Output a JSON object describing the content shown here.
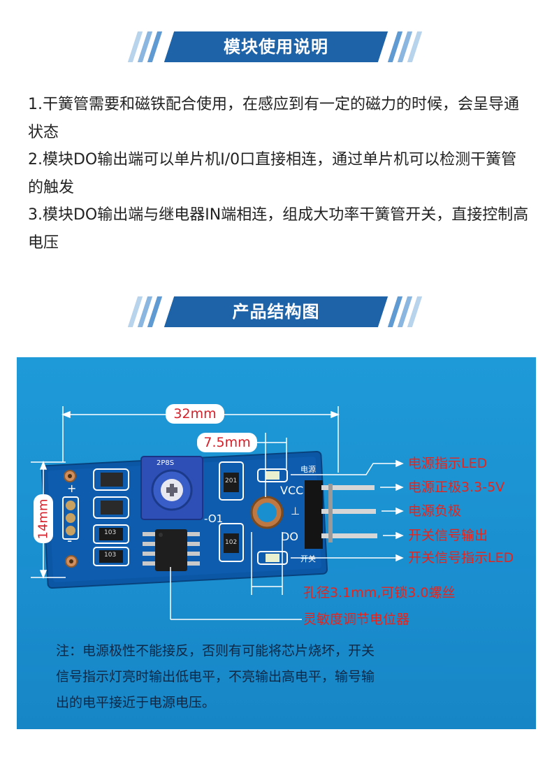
{
  "section1": {
    "title": "模块使用说明"
  },
  "instructions": [
    "1.干簧管需要和磁铁配合使用，在感应到有一定的磁力的时候，会呈导通状态",
    "2.模块DO输出端可以单片机I/0口直接相连，通过单片机可以检测干簧管的触发",
    "3.模块DO输出端与继电器IN端相连，组成大功率干簧管开关，直接控制高电压"
  ],
  "section2": {
    "title": "产品结构图"
  },
  "diagram": {
    "dim_width": "32mm",
    "dim_hole": "7.5mm",
    "dim_height": "14mm",
    "callouts": [
      "电源指示LED",
      "电源正极3.3-5V",
      "电源负极",
      "开关信号输出",
      "开关信号指示LED",
      "孔径3.1mm,可锁3.0螺丝",
      "灵敏度调节电位器"
    ],
    "silkscreen": {
      "vcc": "VCC",
      "gnd": "⊥",
      "do": "DO",
      "power": "电源",
      "switch": "开关",
      "o1": "-O1",
      "plus": "+",
      "minus": "-",
      "r1": "103",
      "r2": "102",
      "r3": "103",
      "r4": "201",
      "pot": "2P8S"
    },
    "note": [
      "注：电源极性不能接反，否则有可能将芯片烧坏，开关",
      "信号指示灯亮时输出低电平，不亮输出高电平，输号输",
      "出的电平接近于电源电压。"
    ]
  },
  "colors": {
    "header_blue": "#1e63a8",
    "stripe_light": "#9fc3e3",
    "photo_bg": "#1a8fd0",
    "pcb_blue": "#0a4f9a",
    "callout_red": "#e8231b"
  }
}
